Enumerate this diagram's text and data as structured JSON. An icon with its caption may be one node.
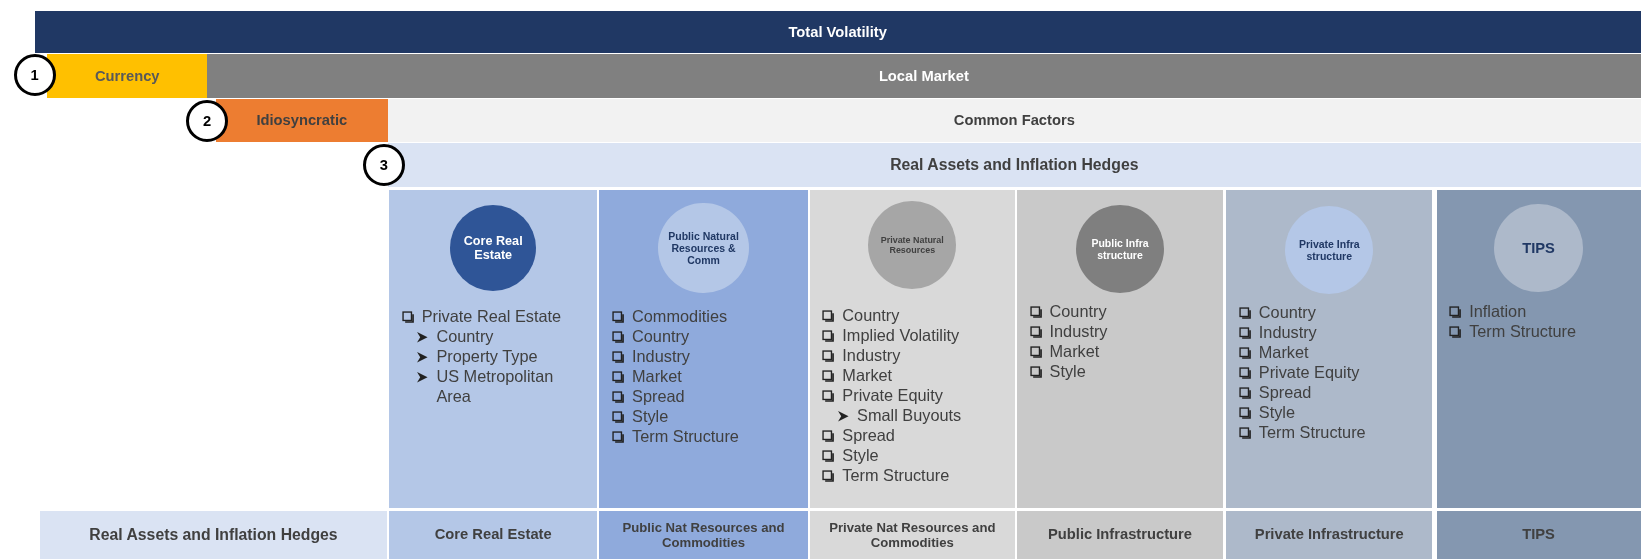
{
  "diagram": {
    "nodes": [
      {
        "text": [
          "Total Volatility"
        ]
      },
      {
        "text": [
          "1"
        ]
      },
      {
        "text": [
          "Currency"
        ]
      },
      {
        "text": [
          "Local Market"
        ]
      },
      {
        "text": [
          "2"
        ]
      },
      {
        "text": [
          "Idiosyncratic"
        ]
      },
      {
        "text": [
          "Common Factors"
        ]
      },
      {
        "text": [
          "3"
        ]
      },
      {
        "text": [
          "Real Assets and Inflation Hedges"
        ]
      },
      {
        "text": [
          "Private Real Estate",
          "Country",
          "Property Type",
          "US Metropolitan Area"
        ]
      },
      {
        "text": [
          "Core Real Estate"
        ],
        "in": 9
      },
      {
        "text": [
          "Commodities",
          "Country",
          "Industry",
          "Market",
          "Spread",
          "Style",
          "Term Structure"
        ]
      },
      {
        "text": [
          "Public Natural Resources & Comm"
        ],
        "in": 11
      },
      {
        "text": [
          "Country",
          "Implied Volatility",
          "Industry",
          "Market",
          "Private Equity",
          "Small Buyouts",
          "Spread",
          "Style",
          "Term Structure"
        ]
      },
      {
        "text": [
          "Private Natural Resources"
        ],
        "in": 13
      },
      {
        "text": [
          "Country",
          "Industry",
          "Market",
          "Style"
        ]
      },
      {
        "text": [
          "Public Infra structure"
        ],
        "in": 15
      },
      {
        "text": [
          "Country",
          "Industry",
          "Market",
          "Private Equity",
          "Spread",
          "Style",
          "Term Structure"
        ]
      },
      {
        "text": [
          "Private Infra structure"
        ],
        "in": 17
      },
      {
        "text": [
          "Inflation",
          "Term Structure"
        ]
      },
      {
        "text": [
          "TIPS"
        ],
        "in": 19
      },
      {
        "text": [
          "Real Assets and Inflation Hedges"
        ]
      },
      {
        "text": [
          "Core Real Estate"
        ]
      },
      {
        "text": [
          "Public Nat Resources and Commodities"
        ]
      },
      {
        "text": [
          "Private Nat Resources and Commodities"
        ]
      },
      {
        "text": [
          "Public Infrastructure"
        ]
      },
      {
        "text": [
          "Private Infrastructure"
        ]
      },
      {
        "text": [
          "TIPS"
        ]
      }
    ]
  }
}
